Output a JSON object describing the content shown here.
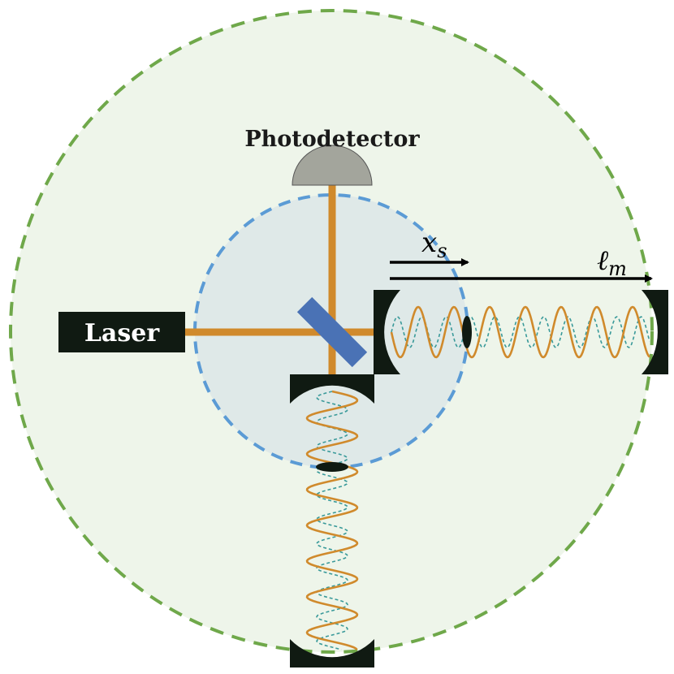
{
  "labels": {
    "photodetector": "Photodetector",
    "laser": "Laser",
    "xs_main": "x",
    "xs_sub": "s",
    "lm_main": "ℓ",
    "lm_sub": "m"
  },
  "colors": {
    "outer_fill": "#eef5ea",
    "outer_dash": "#6fa84a",
    "inner_fill": "#dfe9e8",
    "inner_dash": "#5b9bd5",
    "beam": "#d08a2c",
    "wave_solid": "#d08a2c",
    "wave_dashed": "#3a9a9a",
    "beamsplitter": "#4a72b5",
    "detector": "#a3a59c",
    "dark": "#101a12",
    "arrow": "#000000"
  },
  "icons": [
    "photodetector-icon",
    "laser-icon",
    "beamsplitter-icon",
    "mirror-icon",
    "arrow-icon"
  ]
}
